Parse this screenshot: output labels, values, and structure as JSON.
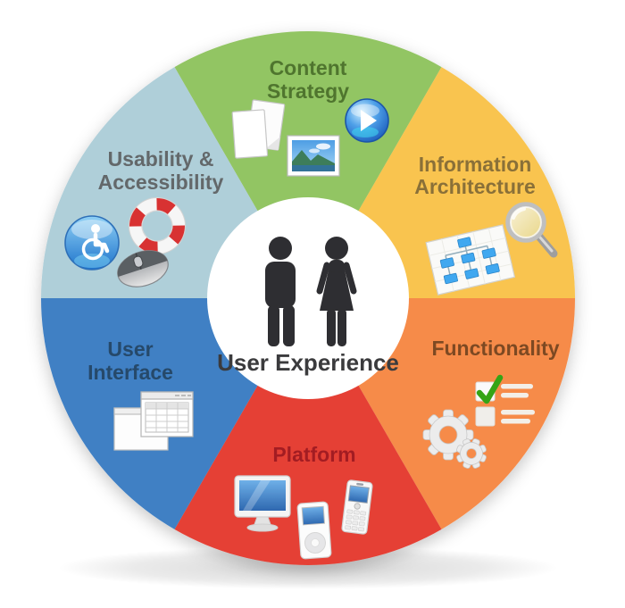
{
  "diagram": {
    "center_label": "User Experience",
    "center_icon": "male-female-figures",
    "segments": [
      {
        "name": "Content Strategy",
        "line1": "Content",
        "line2": "Strategy",
        "color": "#92C564",
        "text_color": "#50752F",
        "icons": [
          "documents-icon",
          "photo-icon",
          "play-button-icon"
        ]
      },
      {
        "name": "Information Architecture",
        "line1": "Information",
        "line2": "Architecture",
        "color": "#F9C44F",
        "text_color": "#8A7038",
        "icons": [
          "sitemap-icon",
          "magnifier-icon"
        ]
      },
      {
        "name": "Functionality",
        "line1": "Functionality",
        "color": "#F68B4A",
        "text_color": "#7D4A24",
        "icons": [
          "checklist-icon",
          "gears-icon"
        ]
      },
      {
        "name": "Platform",
        "line1": "Platform",
        "color": "#E54136",
        "text_color": "#A31F24",
        "icons": [
          "desktop-computer-icon",
          "media-player-icon",
          "mobile-phone-icon"
        ]
      },
      {
        "name": "User Interface",
        "line1": "User",
        "line2": "Interface",
        "color": "#4080C4",
        "text_color": "#25496B",
        "icons": [
          "windows-icon"
        ]
      },
      {
        "name": "Usability & Accessibility",
        "line1": "Usability &",
        "line2": "Accessibility",
        "color": "#AFCFD9",
        "text_color": "#63676A",
        "icons": [
          "accessibility-icon",
          "lifesaver-icon",
          "mouse-icon"
        ]
      }
    ]
  }
}
